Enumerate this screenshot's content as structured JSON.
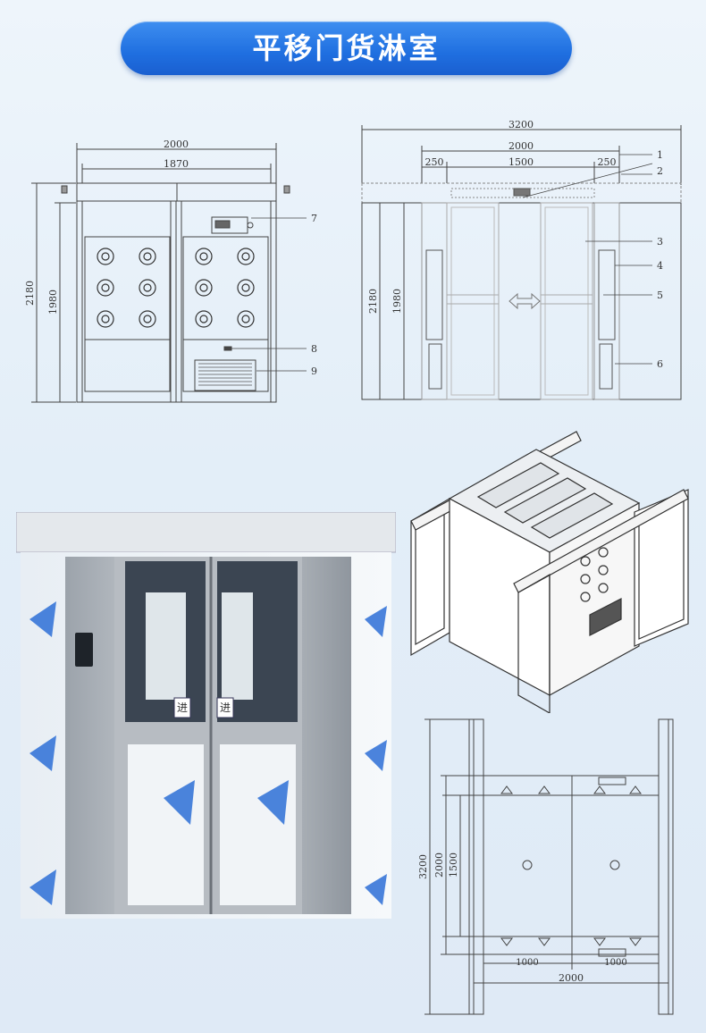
{
  "title": "平移门货淋室",
  "front_view": {
    "dim_width_outer": "2000",
    "dim_width_inner": "1870",
    "dim_height_outer": "2180",
    "dim_height_inner": "1980",
    "callouts": [
      "7",
      "8",
      "9"
    ]
  },
  "side_view": {
    "dim_total": "3200",
    "dim_body": "2000",
    "dim_left": "250",
    "dim_door": "1500",
    "dim_right": "250",
    "dim_height_outer": "2180",
    "dim_height_inner": "1980",
    "callouts": [
      "1",
      "2",
      "3",
      "4",
      "5",
      "6"
    ]
  },
  "door_labels": [
    "进",
    "进"
  ],
  "plan_view": {
    "dim_total": "3200",
    "dim_body": "2000",
    "dim_door": "1500",
    "dim_half_left": "1000",
    "dim_half_right": "1000",
    "dim_bottom": "2000"
  }
}
